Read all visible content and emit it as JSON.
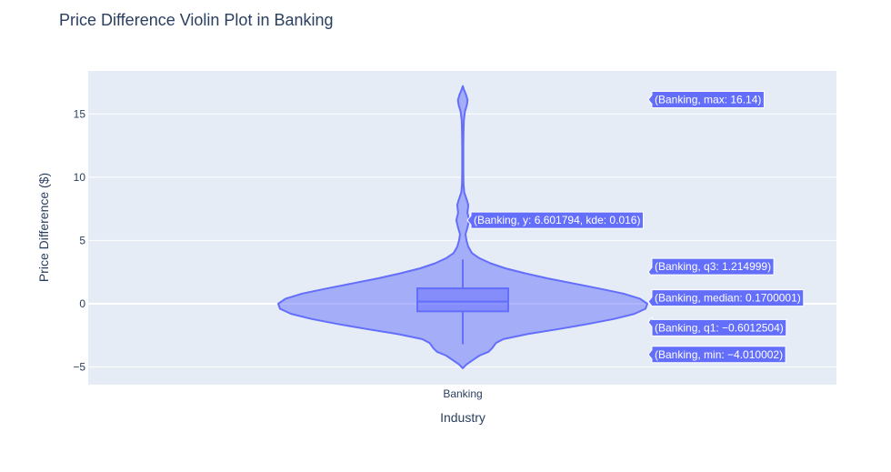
{
  "chart_data": {
    "type": "violin",
    "title": "Price Difference Violin Plot in Banking",
    "xlabel": "Industry",
    "ylabel": "Price Difference ($)",
    "categories": [
      "Banking"
    ],
    "ylim": [
      -6.4,
      18.4
    ],
    "yticks": [
      {
        "value": -5,
        "label": "−5"
      },
      {
        "value": 0,
        "label": "0"
      },
      {
        "value": 5,
        "label": "5"
      },
      {
        "value": 10,
        "label": "10"
      },
      {
        "value": 15,
        "label": "15"
      }
    ],
    "grid": true,
    "colors": {
      "plot_bg": "#e5ecf6",
      "grid": "#ffffff",
      "violin_fill": "#636efa",
      "violin_line": "#636efa",
      "text": "#2a3f5f"
    },
    "stats": {
      "min": -4.010002,
      "q1": -0.6012504,
      "median": 0.1700001,
      "q3": 1.214999,
      "max": 16.14,
      "whisker_low": -3.2,
      "whisker_high": 3.5
    },
    "density": [
      [
        -5.1,
        0.0
      ],
      [
        -4.8,
        0.02
      ],
      [
        -4.5,
        0.05
      ],
      [
        -4.1,
        0.09
      ],
      [
        -3.8,
        0.14
      ],
      [
        -3.5,
        0.16
      ],
      [
        -3.1,
        0.18
      ],
      [
        -2.8,
        0.22
      ],
      [
        -2.4,
        0.35
      ],
      [
        -2.0,
        0.52
      ],
      [
        -1.6,
        0.68
      ],
      [
        -1.2,
        0.82
      ],
      [
        -0.8,
        0.93
      ],
      [
        -0.4,
        0.99
      ],
      [
        0.0,
        1.0
      ],
      [
        0.4,
        0.96
      ],
      [
        0.8,
        0.87
      ],
      [
        1.2,
        0.74
      ],
      [
        1.6,
        0.6
      ],
      [
        2.0,
        0.46
      ],
      [
        2.4,
        0.34
      ],
      [
        2.8,
        0.23
      ],
      [
        3.2,
        0.15
      ],
      [
        3.6,
        0.09
      ],
      [
        4.0,
        0.05
      ],
      [
        4.5,
        0.03
      ],
      [
        5.0,
        0.02
      ],
      [
        5.5,
        0.015
      ],
      [
        6.0,
        0.025
      ],
      [
        6.6,
        0.035
      ],
      [
        7.2,
        0.025
      ],
      [
        7.8,
        0.03
      ],
      [
        8.2,
        0.022
      ],
      [
        8.8,
        0.008
      ],
      [
        9.5,
        0.004
      ],
      [
        10.5,
        0.003
      ],
      [
        11.5,
        0.003
      ],
      [
        12.5,
        0.003
      ],
      [
        13.5,
        0.004
      ],
      [
        14.5,
        0.006
      ],
      [
        15.2,
        0.012
      ],
      [
        15.7,
        0.022
      ],
      [
        16.1,
        0.026
      ],
      [
        16.5,
        0.018
      ],
      [
        16.9,
        0.007
      ],
      [
        17.2,
        0.0
      ]
    ],
    "annotations": [
      {
        "text": "(Banking, max: 16.14)",
        "y": 16.14
      },
      {
        "text": "(Banking, y: 6.601794, kde: 0.016)",
        "y": 6.601794
      },
      {
        "text": "(Banking, q3: 1.214999)",
        "y": 1.214999
      },
      {
        "text": "(Banking, median: 0.1700001)",
        "y": 0.1700001
      },
      {
        "text": "(Banking, q1: −0.6012504)",
        "y": -0.6012504
      },
      {
        "text": "(Banking, min: −4.010002)",
        "y": -4.010002
      }
    ]
  }
}
